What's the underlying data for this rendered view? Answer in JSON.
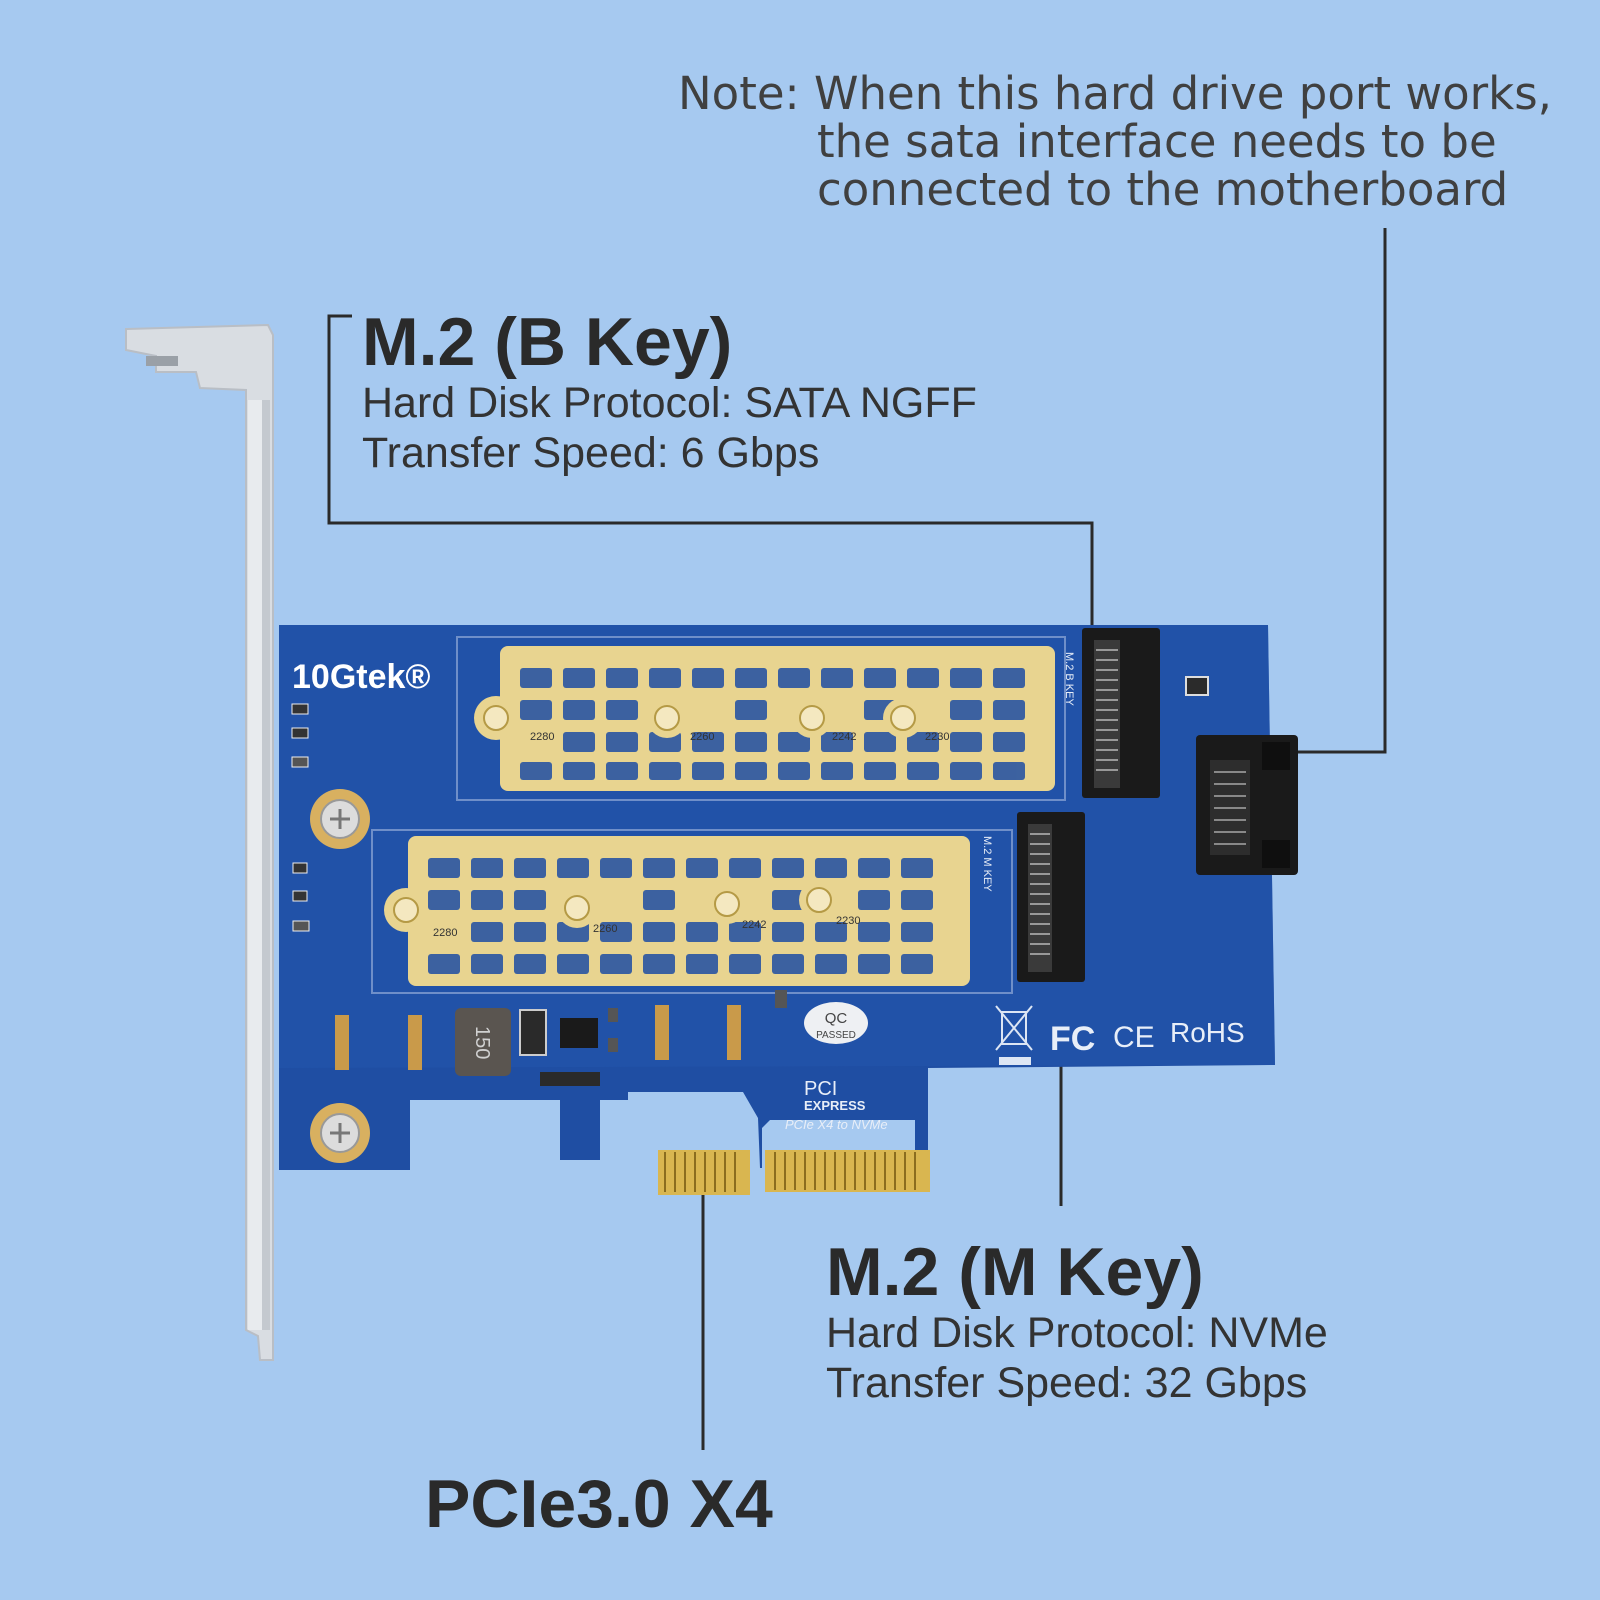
{
  "note": {
    "line1": "Note: When this hard drive port works,",
    "line2": "the sata interface needs to be",
    "line3": "connected to the motherboard"
  },
  "b_key": {
    "title": "M.2 (B Key)",
    "protocol": "Hard Disk Protocol: SATA NGFF",
    "speed": "Transfer Speed: 6 Gbps"
  },
  "m_key": {
    "title": "M.2 (M Key)",
    "protocol": "Hard Disk Protocol: NVMe",
    "speed": "Transfer Speed: 32 Gbps"
  },
  "pcie_label": "PCIe3.0 X4",
  "board": {
    "brand": "10Gtek®",
    "slot_b_label": "M.2 B KEY",
    "slot_m_label": "M.2 M KEY",
    "sizes": [
      "2280",
      "2260",
      "2242",
      "2230"
    ],
    "inductor": "150",
    "qc_line1": "QC",
    "qc_line2": "PASSED",
    "cert_fc": "FC",
    "cert_ce": "CE",
    "cert_rohs": "RoHS",
    "pci_logo_top": "PCI",
    "pci_logo_bottom": "EXPRESS",
    "pcie_caption": "PCIe X4 to NVMe"
  },
  "colors": {
    "background": "#a6c9f0",
    "pcb": "#1f4ea3",
    "gold": "#e6cf84",
    "bracket": "#d7dbe0"
  }
}
